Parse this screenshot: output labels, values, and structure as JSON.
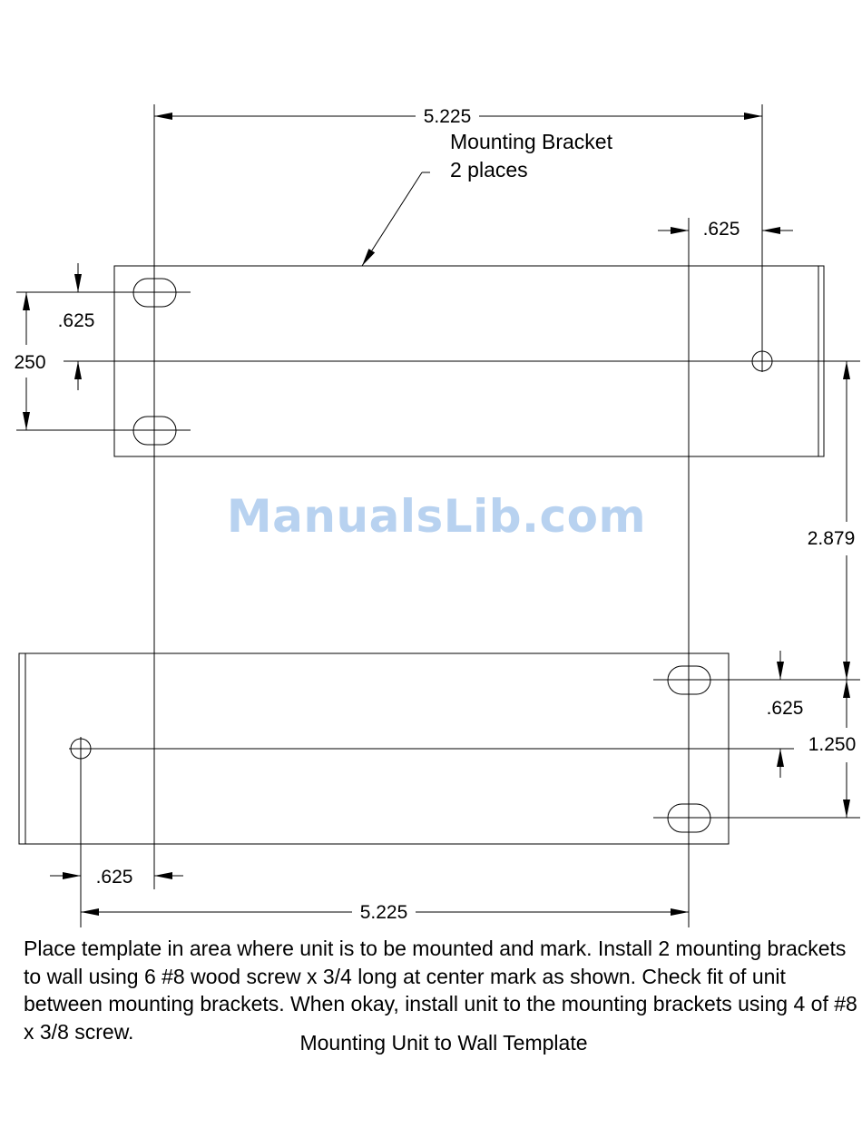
{
  "drawing": {
    "callout": [
      "Mounting Bracket",
      "2 places"
    ],
    "dimensions": {
      "top_width": "5.225",
      "bottom_width": "5.225",
      "top_right_offset": ".625",
      "top_left_offset": ".625",
      "top_left_spacing": "250",
      "vertical_between_brackets": "2.879",
      "bottom_right_offset": ".625",
      "bottom_right_spacing": "1.250",
      "bottom_left_offset": ".625"
    }
  },
  "watermark": "ManualsLib.com",
  "instructions": "Place template in area where unit is to be mounted and mark.  Install 2 mounting brackets to wall using 6 #8 wood screw x 3/4 long at center mark as shown.  Check fit of unit between mounting brackets.  When okay, install unit to the mounting brackets using 4 of #8 x 3/8 screw.",
  "caption": "Mounting Unit to Wall Template"
}
